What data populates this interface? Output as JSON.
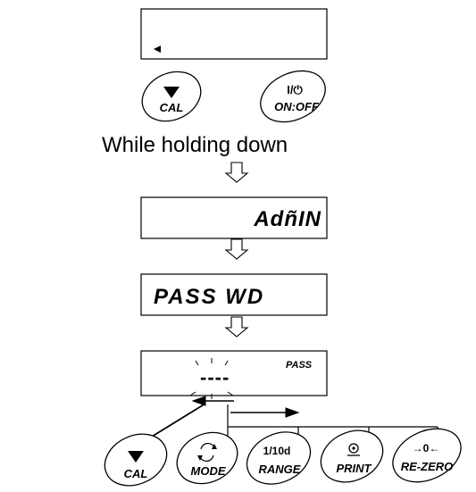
{
  "top_buttons": {
    "cal_label": "CAL",
    "onoff_symbol": "I/⏻",
    "onoff_label": "ON:OFF"
  },
  "instruction": "While holding down",
  "displays": {
    "admin_text": "AdñIN",
    "passwd_text": "PASS WD",
    "pass_indicator": "PASS",
    "entry_dashes": "----"
  },
  "bottom_buttons": [
    {
      "name": "cal-button",
      "top": "",
      "label": "CAL",
      "icon": "down-triangle-icon"
    },
    {
      "name": "mode-button",
      "top": "",
      "label": "MODE",
      "icon": "cycle-icon"
    },
    {
      "name": "range-button",
      "top": "1/10d",
      "label": "RANGE",
      "icon": ""
    },
    {
      "name": "print-button",
      "top": "",
      "label": "PRINT",
      "icon": "print-symbol-icon"
    },
    {
      "name": "rezero-button",
      "top": "→0←",
      "label": "RE-ZERO",
      "icon": ""
    }
  ],
  "colors": {
    "ink": "#000000",
    "display_bg": "#ffffff"
  }
}
